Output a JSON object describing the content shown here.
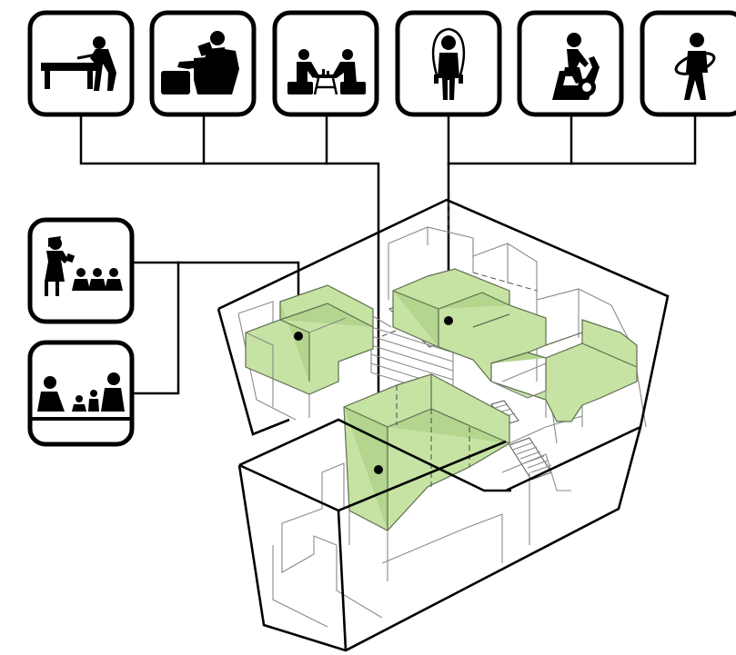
{
  "colors": {
    "activity_zone": "#c6e3a4",
    "outline": "#000000",
    "secondary_line": "#8a8a8a",
    "background": "#ffffff"
  },
  "activity_icons": {
    "top_row": [
      {
        "id": "billiards",
        "icon": "billiards-icon"
      },
      {
        "id": "lounge",
        "icon": "lounge-chair-icon"
      },
      {
        "id": "board-game",
        "icon": "board-game-icon"
      },
      {
        "id": "jump-rope",
        "icon": "jump-rope-icon"
      },
      {
        "id": "exercise-bike",
        "icon": "exercise-bike-icon"
      },
      {
        "id": "hula-hoop",
        "icon": "hula-hoop-icon"
      }
    ],
    "left_column": [
      {
        "id": "storytelling",
        "icon": "storytelling-icon"
      },
      {
        "id": "family-play",
        "icon": "family-play-icon"
      }
    ]
  }
}
